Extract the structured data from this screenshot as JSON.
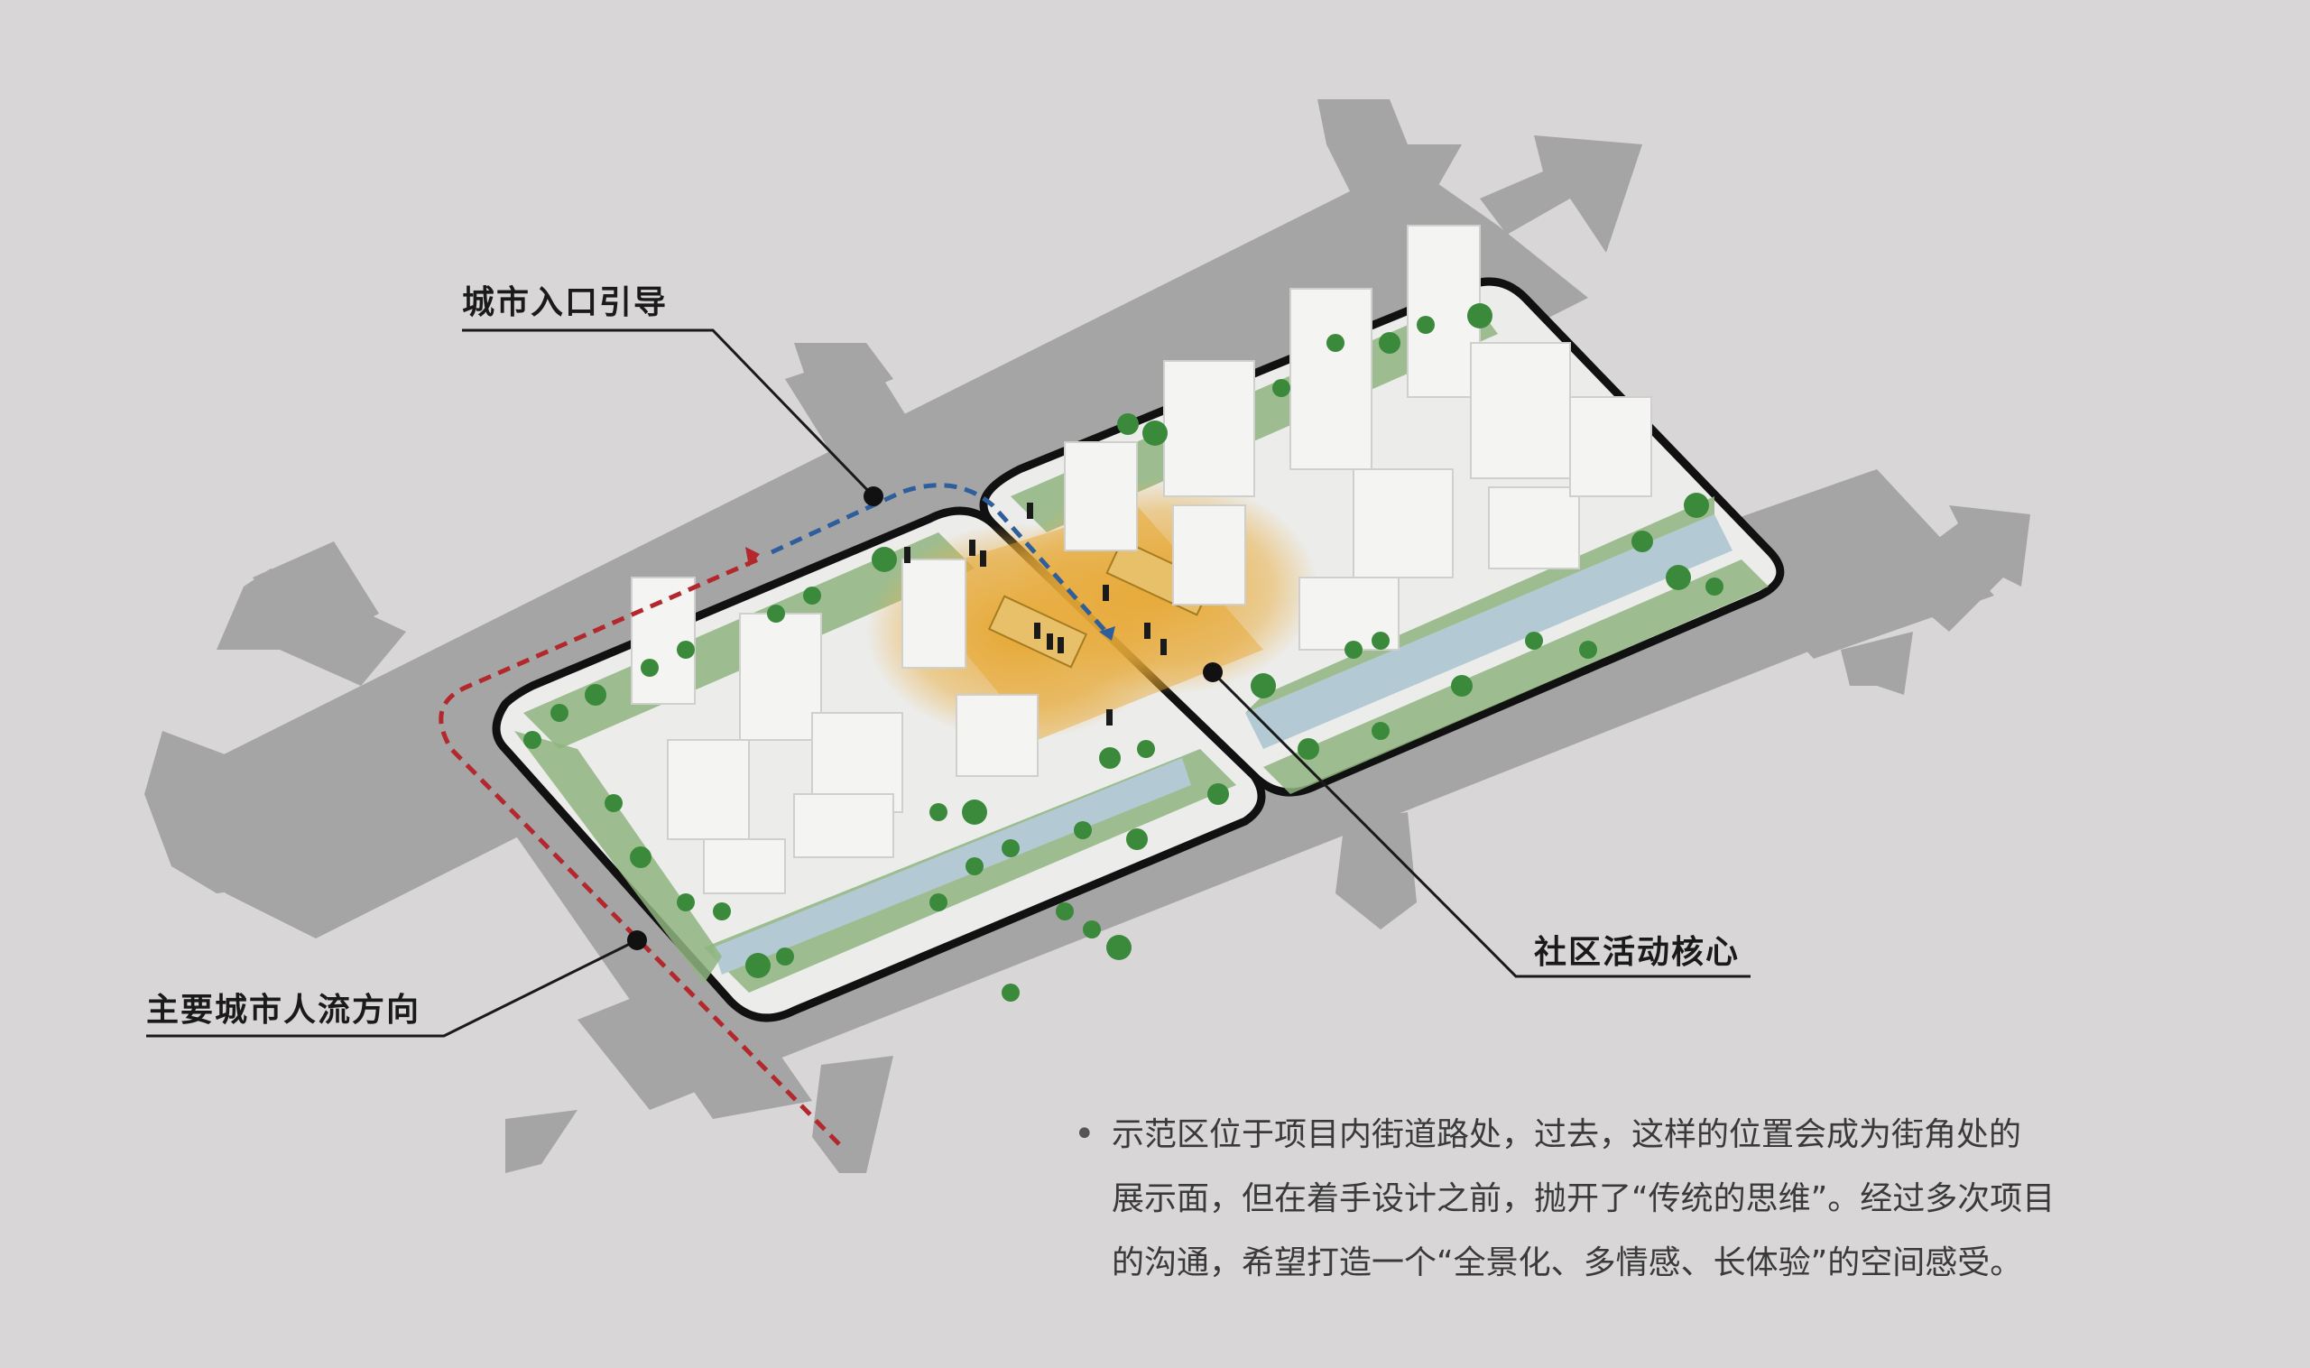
{
  "callouts": {
    "city_entrance": "城市入口引导",
    "main_pedestrian_flow": "主要城市人流方向",
    "community_core": "社区活动核心"
  },
  "description": {
    "bullet": "•",
    "lines": [
      "示范区位于项目内街道路处，过去，这样的位置会成为街角处的",
      "展示面，但在着手设计之前，抛开了“传统的思维”。经过多次项目",
      "的沟通，希望打造一个“全景化、多情感、长体验”的空间感受。"
    ]
  },
  "colors": {
    "background": "#d8d6d6",
    "road": "#a5a5a5",
    "block_fill": "#ececea",
    "green": "#8fb580",
    "water": "#b3c9d3",
    "activity": "#e6a42a",
    "red_path": "#b3282d",
    "blue_path": "#2e5f9c",
    "outline": "#111111"
  }
}
